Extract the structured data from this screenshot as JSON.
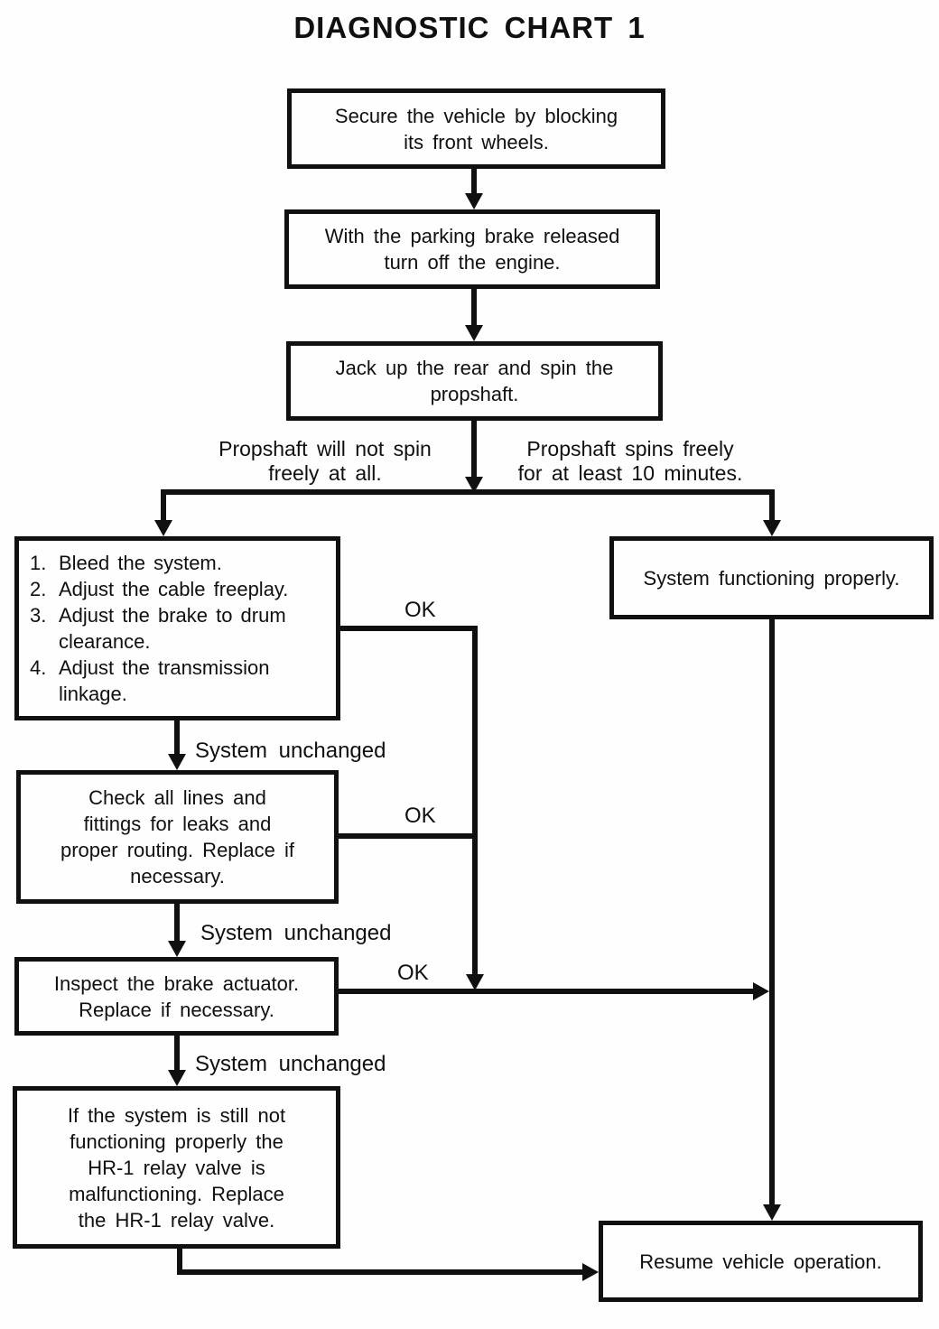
{
  "title": "DIAGNOSTIC CHART 1",
  "colors": {
    "ink": "#101010",
    "paper": "#fefefe"
  },
  "nodes": {
    "secure_vehicle": "Secure the vehicle by blocking\nits front wheels.",
    "parking_brake": "With the parking brake released\nturn off the engine.",
    "jack_up": "Jack up the rear and spin the\npropshaft.",
    "fix_list": {
      "items": [
        {
          "num": "1.",
          "text": "Bleed the system."
        },
        {
          "num": "2.",
          "text": "Adjust the cable freeplay."
        },
        {
          "num": "3.",
          "text": "Adjust the brake to drum clearance."
        },
        {
          "num": "4.",
          "text": "Adjust the transmission linkage."
        }
      ]
    },
    "system_ok": "System functioning properly.",
    "check_lines": "Check all lines and\nfittings for leaks and\nproper routing. Replace if\nnecessary.",
    "inspect_actuator": "Inspect the brake actuator.\nReplace if necessary.",
    "replace_relay": "If the system is still not\nfunctioning properly the\nHR-1 relay valve is\nmalfunctioning. Replace\nthe HR-1 relay valve.",
    "resume": "Resume vehicle operation."
  },
  "branch_labels": {
    "left": "Propshaft will not spin\nfreely at all.",
    "right": "Propshaft spins freely\nfor at least 10 minutes."
  },
  "edge_labels": {
    "ok1": "OK",
    "ok2": "OK",
    "ok3": "OK",
    "unchanged1": "System unchanged",
    "unchanged2": "System unchanged",
    "unchanged3": "System unchanged"
  }
}
